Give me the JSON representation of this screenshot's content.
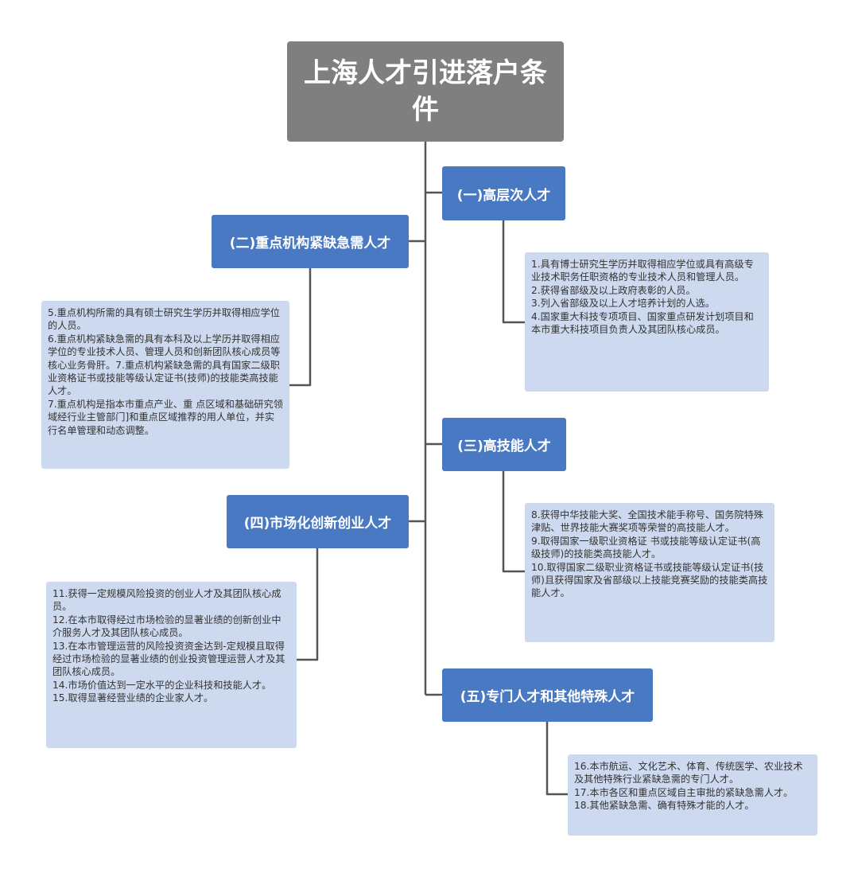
{
  "title": "上海人才引进落户条件",
  "categories": {
    "c1": "(一)高层次人才",
    "c2": "(二)重点机构紧缺急需人才",
    "c3": "(三)高技能人才",
    "c4": "(四)市场化创新创业人才",
    "c5": "(五)专门人才和其他特殊人才"
  },
  "details": {
    "d1": [
      "1.具有博士研究生学历并取得相应学位或具有高级专业技术职务任职资格的专业技术人员和管理人员。",
      "2.获得省部级及以上政府表彰的人员。",
      "3.列入省部级及以上人才培养计划的人选。",
      "4.国家重大科技专项项目、国家重点研发计划项目和本市重大科技项目负责人及其团队核心成员。"
    ],
    "d2": [
      "5.重点机构所需的具有硕士研究生学历并取得相应学位的人员。",
      "6.重点机构紧缺急需的具有本科及以上学历并取得相应学位的专业技术人员、管理人员和创新团队核心成员等核心业务骨肝。7.重点机构紧缺急需的具有国家二级职业资格证书或技能等级认定证书(技师)的技能类高技能人才。",
      "7.重点机构是指本市重点产业、重 点区域和基础研究领域经行业主管部门]和重点区域推荐的用人单位，并实行名单管理和动态调整。"
    ],
    "d3": [
      "8.获得中华技能大奖、全国技术能手称号、国务院特殊津贴、世界技能大赛奖项等荣誉的高技能人才。",
      "9.取得国家一级职业资格证 书或技能等级认定证书(高级技师)的技能类高技能人才。",
      "10.取得国家二级职业资格证书或技能等级认定证书(技师)且获得国家及省部级以上技能竞赛奖励的技能类高技能人才。"
    ],
    "d4": [
      "11.获得一定规模风险投资的创业人才及其团队核心成员。",
      "12.在本市取得经过市场检验的显著业绩的创新创业中介服务人才及其团队核心成员。",
      "13.在本市管理运营的风险投资资金达到-定规模且取得经过市场检验的显著业绩的创业投资管理运营人才及其团队核心成员。",
      "14.市场价值达到一定水平的企业科技和技能人才。",
      "15.取得显著经营业绩的企业家人才。"
    ],
    "d5": [
      "16.本市航运、文化艺术、体育、传统医学、农业技术及其他特殊行业紧缺急需的专门人才。",
      "17.本市各区和重点区域自主审批的紧缺急需人才。",
      "18.其他紧缺急需、确有特殊才能的人才。"
    ]
  },
  "colors": {
    "title_bg": "#7f7f7f",
    "category_bg": "#4a79c4",
    "detail_bg": "#cdd9ee",
    "connector": "#555555"
  }
}
